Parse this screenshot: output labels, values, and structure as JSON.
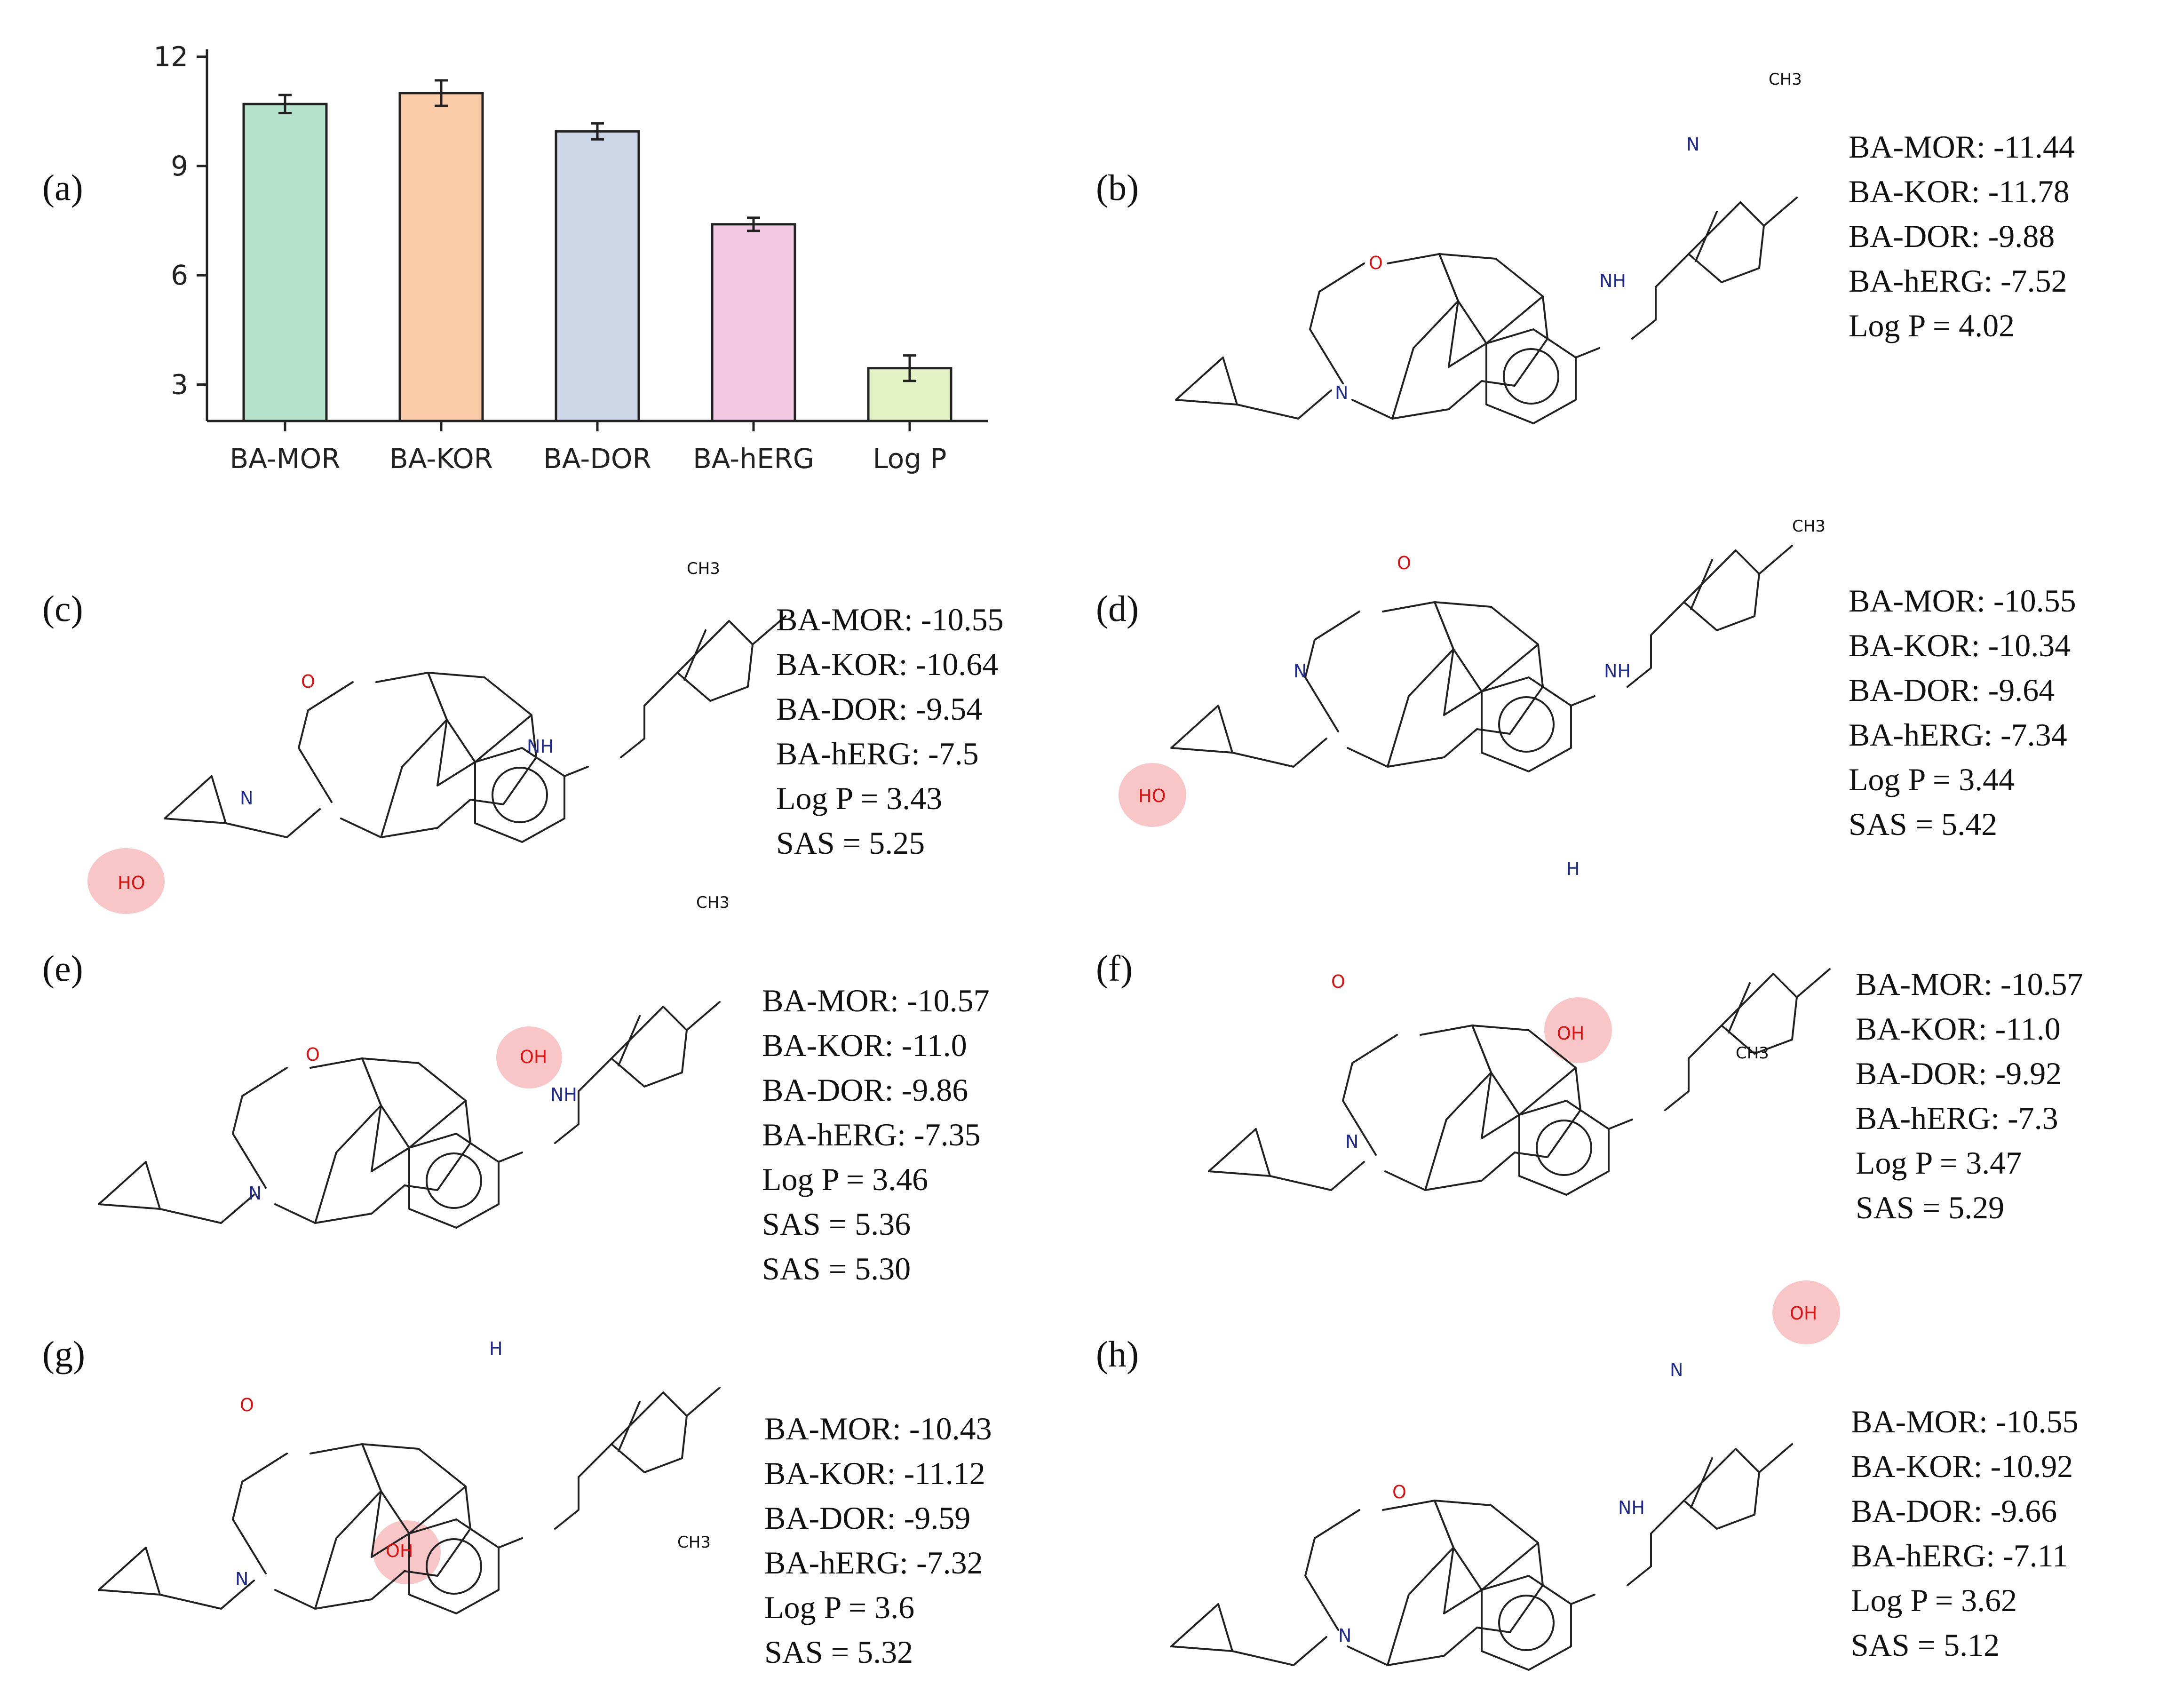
{
  "panels": {
    "a": "(a)",
    "b": "(b)",
    "c": "(c)",
    "d": "(d)",
    "e": "(e)",
    "f": "(f)",
    "g": "(g)",
    "h": "(h)"
  },
  "chart_data": {
    "type": "bar",
    "categories": [
      "BA-MOR",
      "BA-KOR",
      "BA-DOR",
      "BA-hERG",
      "Log P"
    ],
    "values": [
      10.7,
      11.0,
      9.95,
      7.4,
      3.45
    ],
    "errors": [
      0.25,
      0.35,
      0.22,
      0.18,
      0.35
    ],
    "colors": [
      "#b5e3cd",
      "#fccba7",
      "#ccd6e6",
      "#f3c8e2",
      "#e4f1c4"
    ],
    "yticks": [
      "3",
      "6",
      "9",
      "12"
    ],
    "ylim": [
      2,
      12.2
    ],
    "grid": false
  },
  "molecules": {
    "b": {
      "props": [
        "BA-MOR: -11.44",
        "BA-KOR: -11.78",
        "BA-DOR: -9.88",
        "BA-hERG: -7.52",
        "Log P = 4.02"
      ]
    },
    "c": {
      "props": [
        "BA-MOR: -10.55",
        "BA-KOR: -10.64",
        "BA-DOR: -9.54",
        "BA-hERG: -7.5",
        "Log P = 3.43",
        "SAS = 5.25"
      ]
    },
    "d": {
      "props": [
        "BA-MOR: -10.55",
        "BA-KOR: -10.34",
        "BA-DOR: -9.64",
        "BA-hERG: -7.34",
        "Log P = 3.44",
        "SAS = 5.42"
      ]
    },
    "e": {
      "props": [
        "BA-MOR: -10.57",
        "BA-KOR: -11.0",
        "BA-DOR: -9.86",
        "BA-hERG: -7.35",
        "Log P = 3.46",
        "SAS = 5.36",
        "SAS = 5.30"
      ]
    },
    "f": {
      "props": [
        "BA-MOR: -10.57",
        "BA-KOR: -11.0",
        "BA-DOR: -9.92",
        "BA-hERG: -7.3",
        "Log P = 3.47",
        "SAS = 5.29"
      ]
    },
    "g": {
      "props": [
        "BA-MOR: -10.43",
        "BA-KOR: -11.12",
        "BA-DOR: -9.59",
        "BA-hERG: -7.32",
        "Log P = 3.6",
        "SAS = 5.32"
      ]
    },
    "h": {
      "props": [
        "BA-MOR: -10.55",
        "BA-KOR: -10.92",
        "BA-DOR: -9.66",
        "BA-hERG: -7.11",
        "Log P = 3.62",
        "SAS = 5.12"
      ]
    }
  },
  "atoms": {
    "n": "N",
    "o": "O",
    "nh": "NH",
    "h": "H",
    "ho": "HO",
    "oh": "OH",
    "ch3": "CH3"
  },
  "highlight_color": "#f6b3b3"
}
